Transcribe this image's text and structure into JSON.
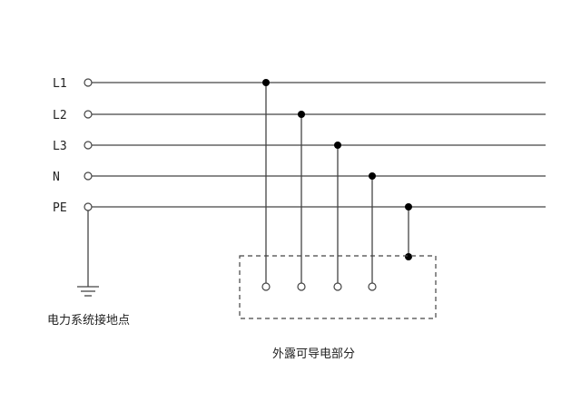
{
  "lines": [
    {
      "label": "L1"
    },
    {
      "label": "L2"
    },
    {
      "label": "L3"
    },
    {
      "label": "N"
    },
    {
      "label": "PE"
    }
  ],
  "captions": {
    "ground_point": "电力系统接地点",
    "exposed_part": "外露可导电部分"
  }
}
